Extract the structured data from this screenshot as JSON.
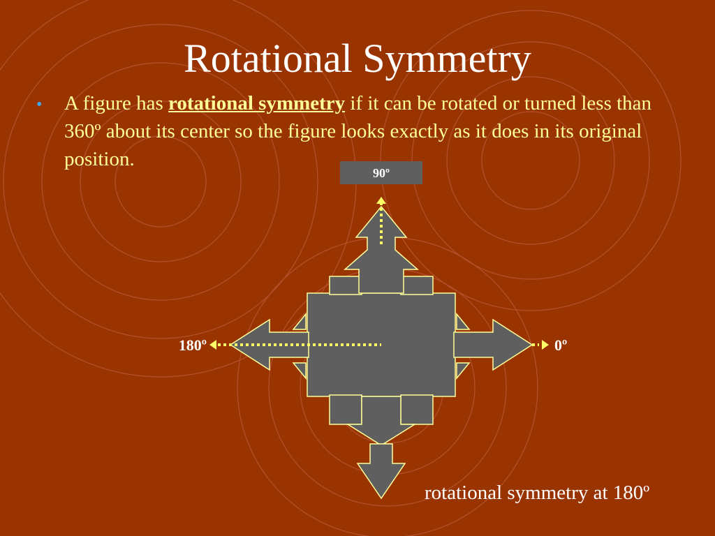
{
  "slide": {
    "title": "Rotational Symmetry",
    "bullet": {
      "prefix": "A figure has ",
      "term": "rotational symmetry",
      "suffix": " if it can be rotated or turned less than 360º about its center so the figure looks exactly as it does in its original position."
    },
    "caption": "rotational symmetry at 180º"
  },
  "diagram": {
    "labels": {
      "deg90": "90º",
      "deg180": "180º",
      "deg0": "0º"
    }
  },
  "colors": {
    "background": "#993300",
    "title_text": "#ffffff",
    "body_text": "#ffff99",
    "bullet": "#3fa9f5",
    "shape_fill": "#5f5f5f",
    "shape_outline": "#ffff99",
    "dotted_line": "#ffff66",
    "label_box": "#5f5f5f"
  }
}
